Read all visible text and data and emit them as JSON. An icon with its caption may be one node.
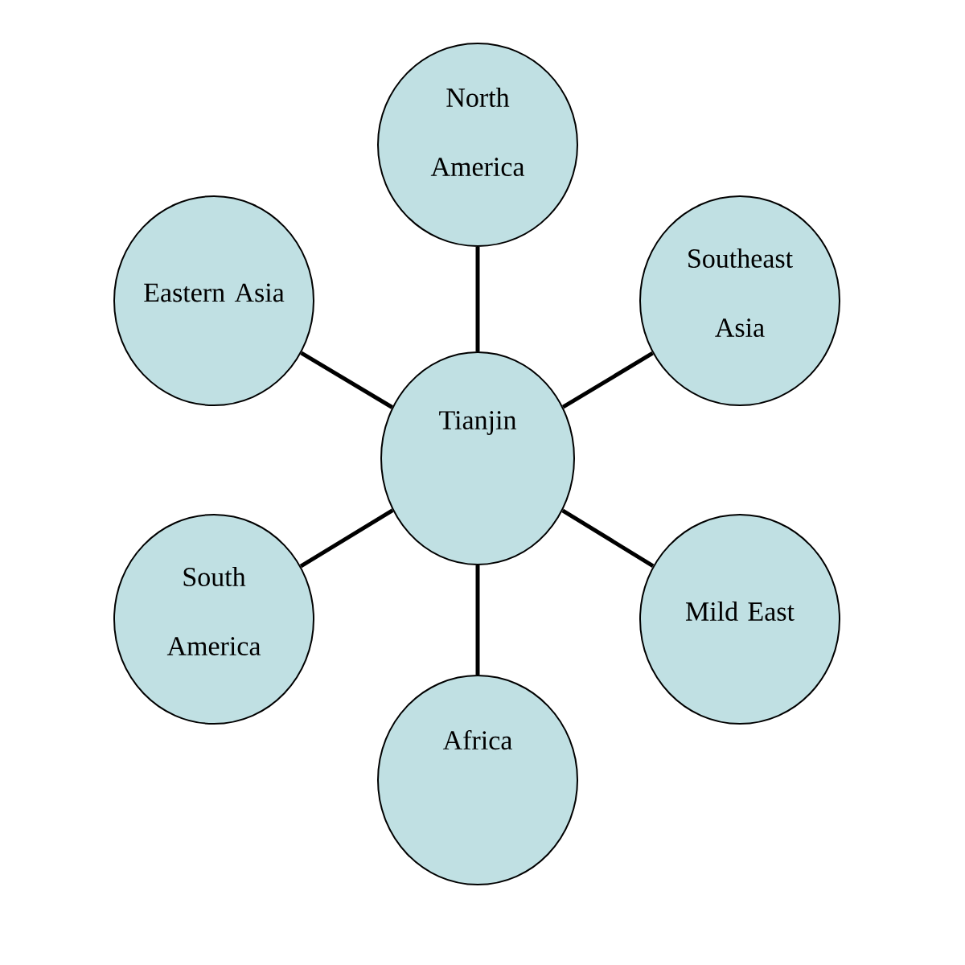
{
  "diagram": {
    "nodes": [
      {
        "text": [
          "North America"
        ]
      },
      {
        "text": [
          "Eastern Asia"
        ]
      },
      {
        "text": [
          "Southeast Asia"
        ]
      },
      {
        "text": [
          "Tianjin"
        ]
      },
      {
        "text": [
          "South America"
        ]
      },
      {
        "text": [
          "Mild East"
        ]
      },
      {
        "text": [
          "Africa"
        ]
      }
    ],
    "edges": [
      {
        "from": 3,
        "to": 0,
        "arrow": "none"
      },
      {
        "from": 3,
        "to": 1,
        "arrow": "none"
      },
      {
        "from": 3,
        "to": 2,
        "arrow": "none"
      },
      {
        "from": 3,
        "to": 4,
        "arrow": "none"
      },
      {
        "from": 3,
        "to": 5,
        "arrow": "none"
      },
      {
        "from": 3,
        "to": 6,
        "arrow": "none"
      }
    ]
  }
}
